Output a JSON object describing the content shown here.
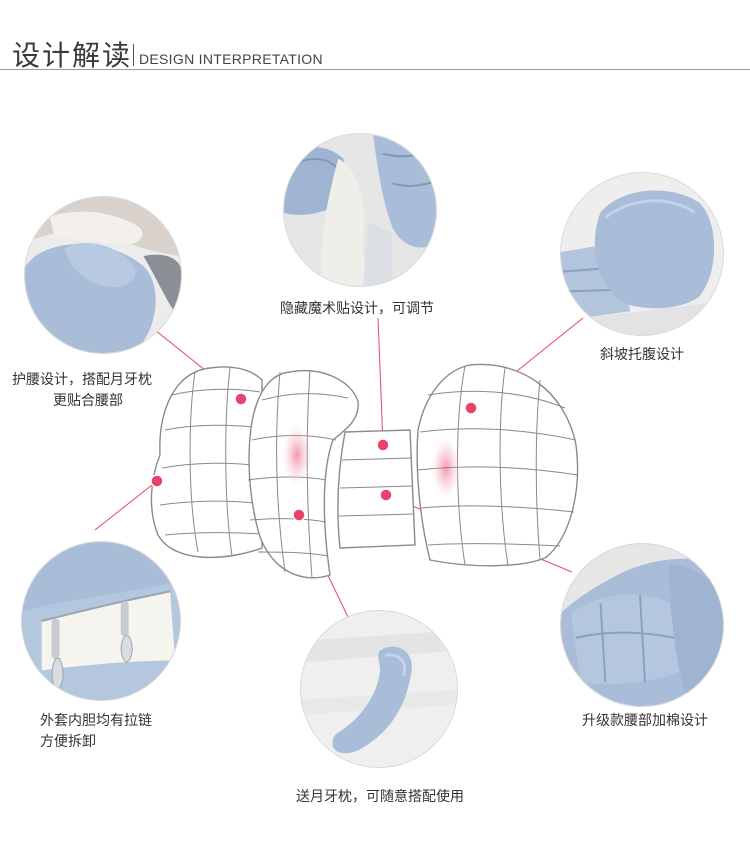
{
  "header": {
    "title_cn": "设计解读",
    "title_en": "DESIGN INTERPRETATION"
  },
  "colors": {
    "accent_dot": "#e9436b",
    "leader_line": "#e9436b",
    "fabric_blue": "#a9bdd8",
    "fabric_shadow": "#7f97b8",
    "outline_gray": "#8a8a8a",
    "header_rule": "#9a9a9a"
  },
  "callouts": [
    {
      "id": "lumbar",
      "lines": [
        "护腰设计，搭配月牙枕",
        "更贴合腰部"
      ]
    },
    {
      "id": "velcro",
      "lines": [
        "隐藏魔术贴设计，可调节"
      ]
    },
    {
      "id": "slope",
      "lines": [
        "斜坡托腹设计"
      ]
    },
    {
      "id": "zipper",
      "lines": [
        "外套内胆均有拉链",
        "方便拆卸"
      ]
    },
    {
      "id": "crescent",
      "lines": [
        "送月牙枕，可随意搭配使用"
      ]
    },
    {
      "id": "cotton",
      "lines": [
        "升级款腰部加棉设计"
      ]
    }
  ]
}
